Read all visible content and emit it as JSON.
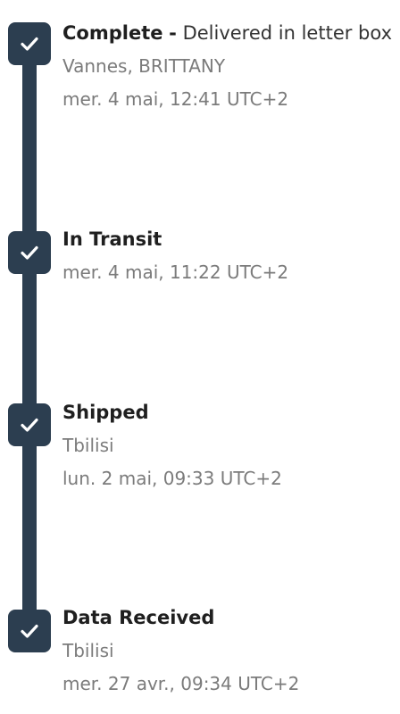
{
  "colors": {
    "accent": "#2c3e50",
    "title_text": "#1f1f1f",
    "meta_text": "#7b7b7b"
  },
  "events": [
    {
      "status": "Complete",
      "separator": "-",
      "detail": "Delivered in letter box",
      "location": "Vannes, BRITTANY",
      "timestamp": "mer. 4 mai, 12:41 UTC+2",
      "icon": "check-icon"
    },
    {
      "status": "In Transit",
      "timestamp": "mer. 4 mai, 11:22 UTC+2",
      "icon": "check-icon"
    },
    {
      "status": "Shipped",
      "location": "Tbilisi",
      "timestamp": "lun. 2 mai, 09:33 UTC+2",
      "icon": "check-icon"
    },
    {
      "status": "Data Received",
      "location": "Tbilisi",
      "timestamp": "mer. 27 avr., 09:34 UTC+2",
      "icon": "check-icon"
    }
  ]
}
